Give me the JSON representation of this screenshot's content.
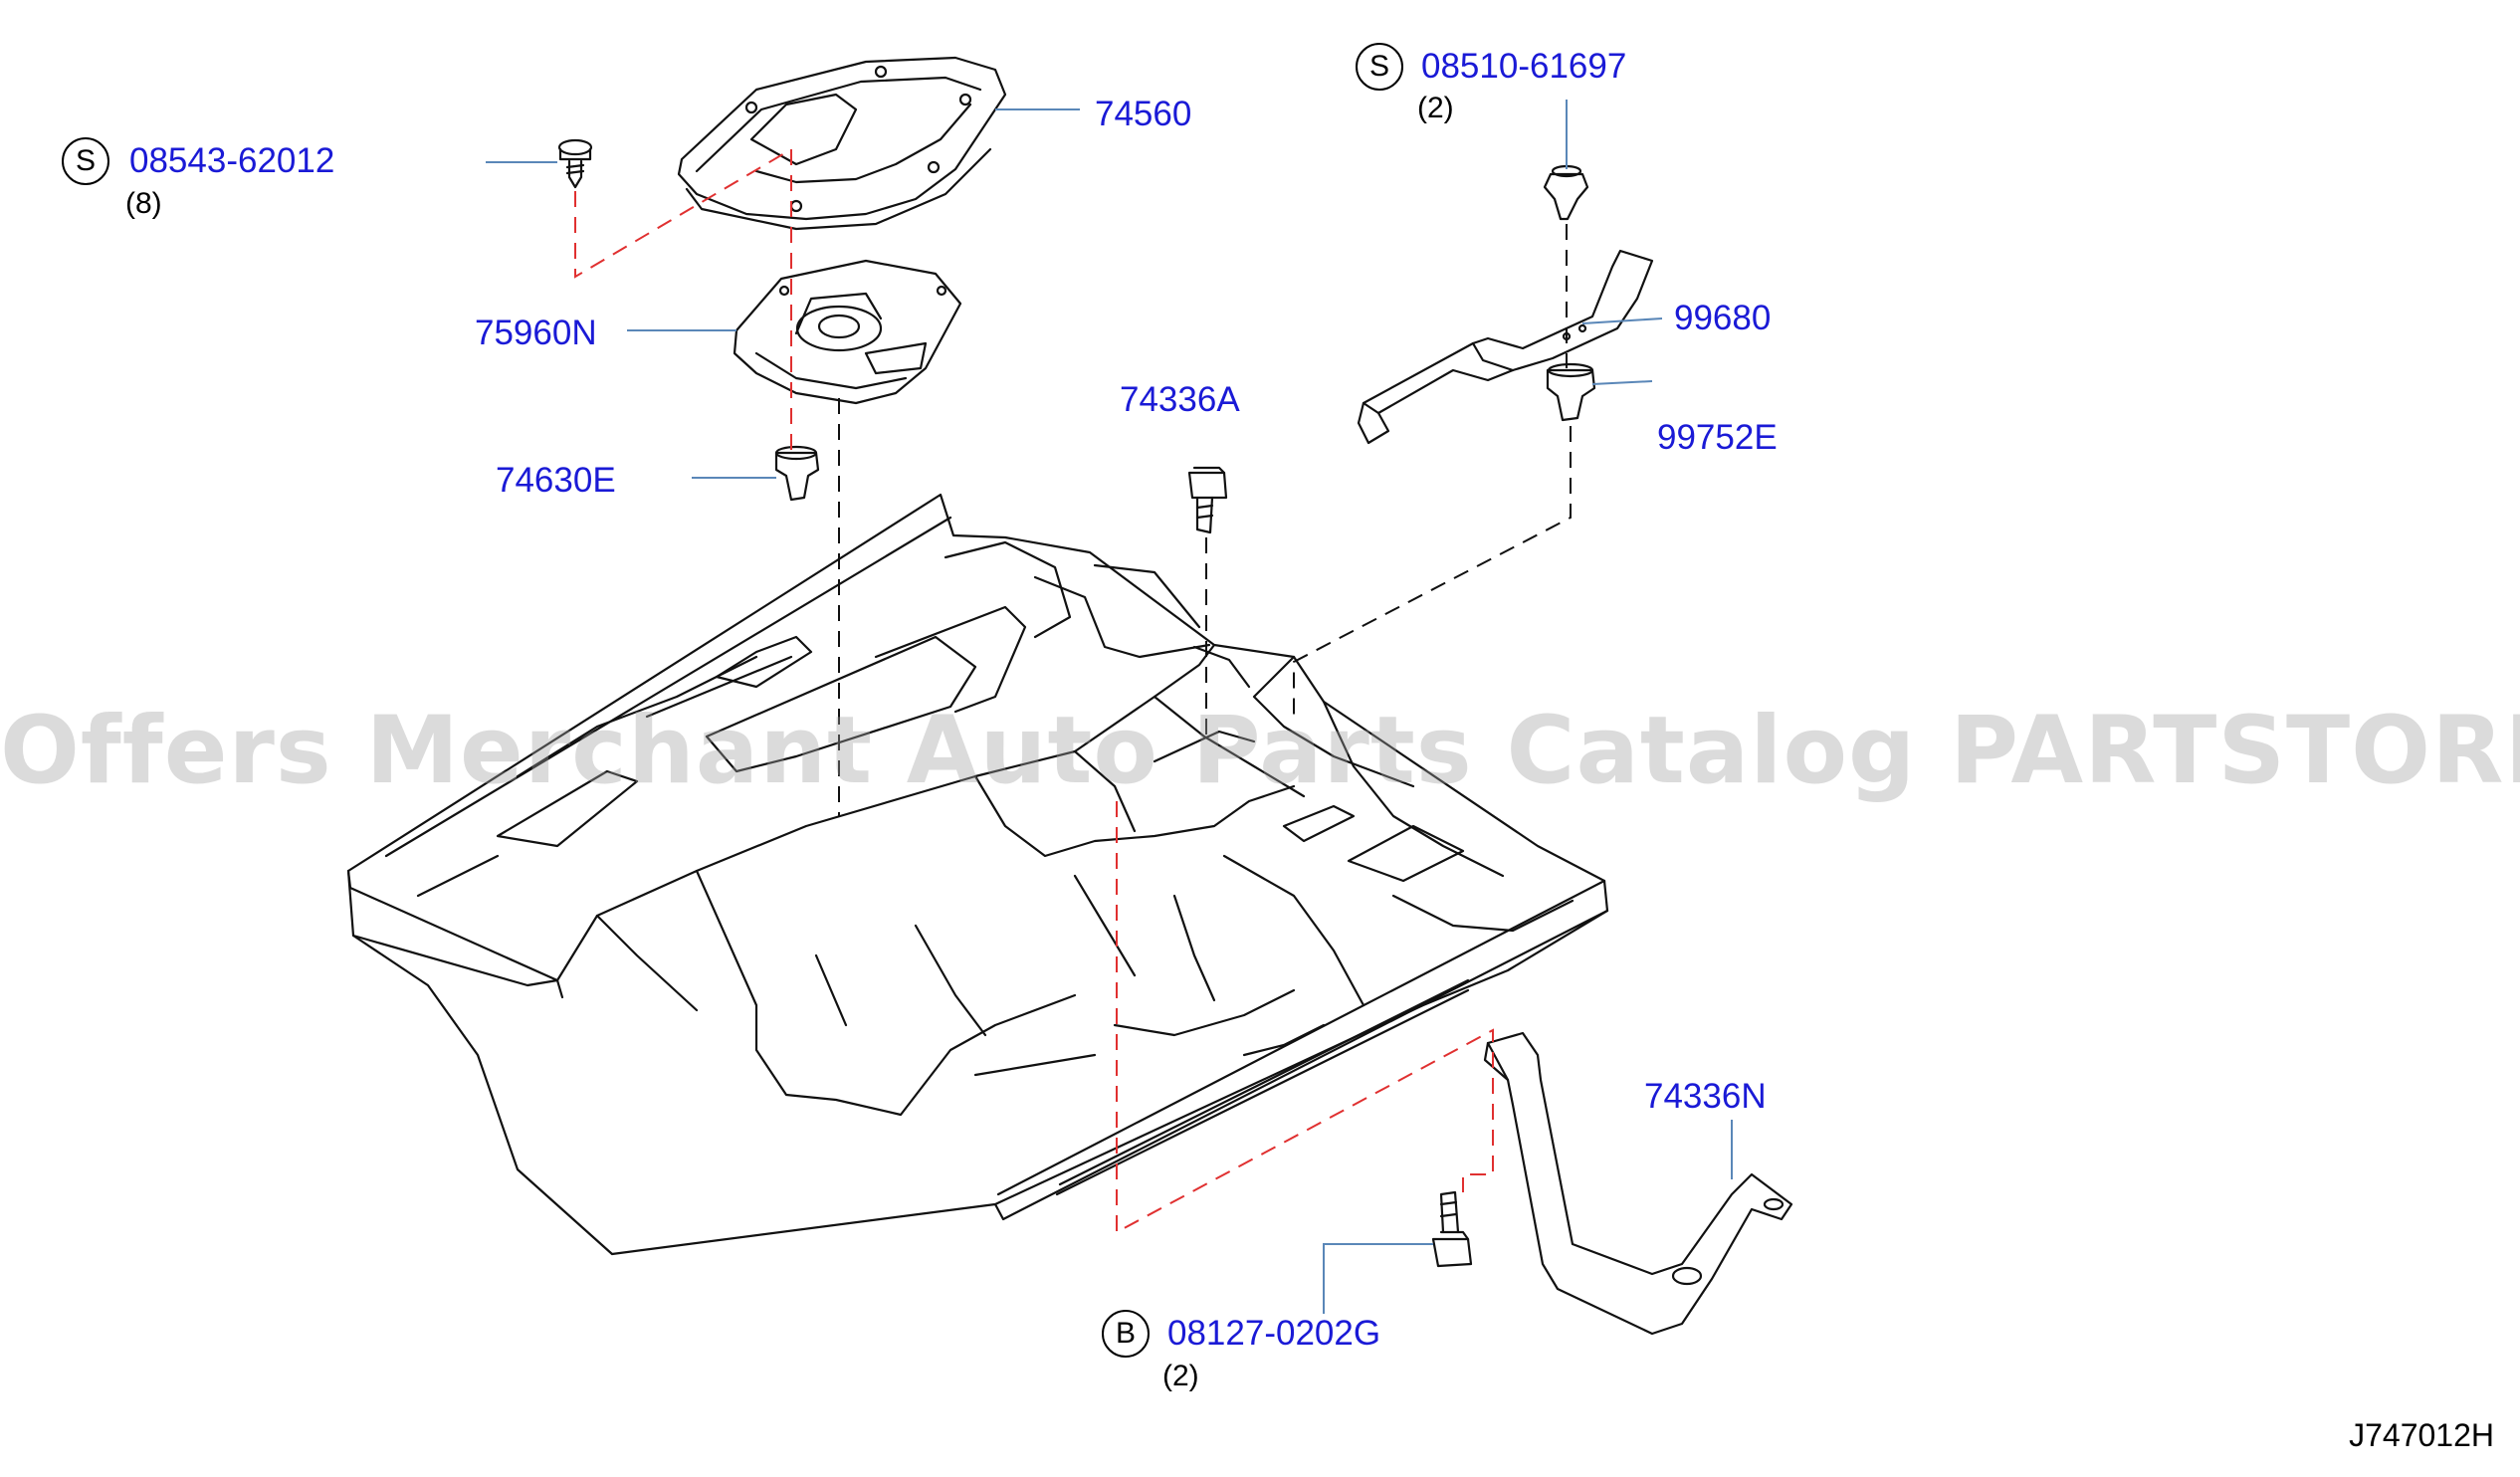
{
  "callouts": [
    {
      "id": "74560",
      "label": "74560"
    },
    {
      "id": "08543-62012",
      "label": "08543-62012",
      "badge": "S",
      "qty": "(8)"
    },
    {
      "id": "75960N",
      "label": "75960N"
    },
    {
      "id": "74630E",
      "label": "74630E"
    },
    {
      "id": "74336A",
      "label": "74336A"
    },
    {
      "id": "08510-61697",
      "label": "08510-61697",
      "badge": "S",
      "qty": "(2)"
    },
    {
      "id": "99680",
      "label": "99680"
    },
    {
      "id": "99752E",
      "label": "99752E"
    },
    {
      "id": "74336N",
      "label": "74336N"
    },
    {
      "id": "08127-0202G",
      "label": "08127-0202G",
      "badge": "B",
      "qty": "(2)"
    }
  ],
  "watermark": "Offers Merchant Auto Parts Catalog PARTSTORE.SA",
  "diagram_code": "J747012H",
  "colors": {
    "callout": "#1a1ad6",
    "leader": "#5a87b8",
    "dash_red": "#e03030",
    "line": "#111111"
  }
}
